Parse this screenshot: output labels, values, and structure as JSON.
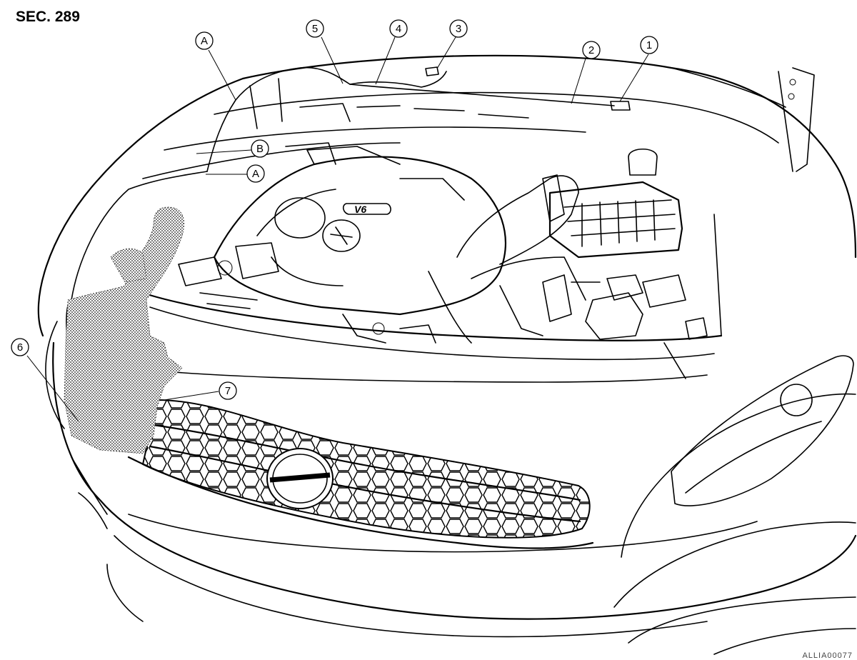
{
  "section": "SEC. 289",
  "footer_code": "ALLIA00077",
  "callouts": [
    {
      "id": "c1",
      "text": "1"
    },
    {
      "id": "c2",
      "text": "2"
    },
    {
      "id": "c3",
      "text": "3"
    },
    {
      "id": "c4",
      "text": "4"
    },
    {
      "id": "c5",
      "text": "5"
    },
    {
      "id": "c6",
      "text": "6"
    },
    {
      "id": "c7",
      "text": "7"
    },
    {
      "id": "cA1",
      "text": "A"
    },
    {
      "id": "cB",
      "text": "B"
    },
    {
      "id": "cA2",
      "text": "A"
    }
  ],
  "badge": "V6"
}
